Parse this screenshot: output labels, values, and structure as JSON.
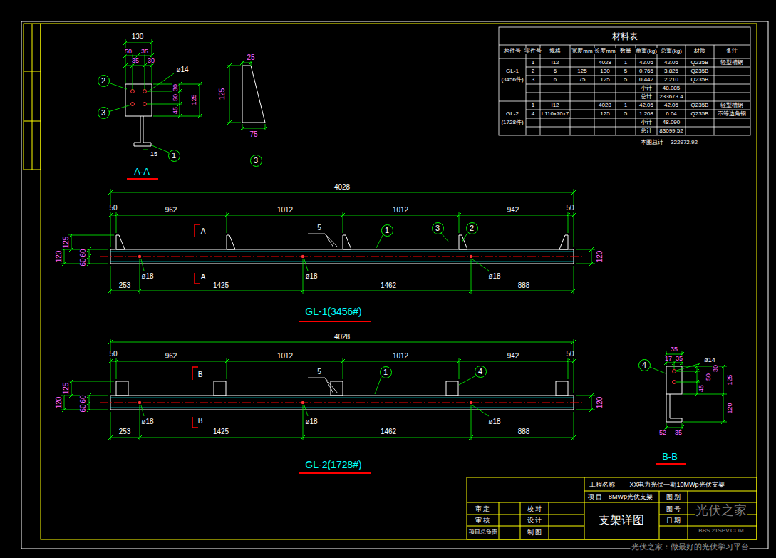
{
  "diagram": {
    "nodes": [
      {
        "text": [
          "2"
        ]
      },
      {
        "text": [
          "3"
        ]
      },
      {
        "text": [
          "1"
        ]
      },
      {
        "text": [
          "3"
        ]
      },
      {
        "text": [
          "1"
        ]
      },
      {
        "text": [
          "3"
        ]
      },
      {
        "text": [
          "2"
        ]
      },
      {
        "text": [
          "1"
        ]
      },
      {
        "text": [
          "4"
        ]
      },
      {
        "text": [
          "4"
        ]
      }
    ],
    "labels": [
      "130",
      "50",
      "35",
      "35",
      "30",
      "ø14",
      "50",
      "30",
      "45",
      "125",
      "15",
      "A-A",
      "25",
      "125",
      "75",
      "4028",
      "50",
      "962",
      "1012",
      "1012",
      "942",
      "50",
      "125",
      "120",
      "60",
      "60",
      "120",
      "A",
      "A",
      "5",
      "ø18",
      "ø18",
      "ø18",
      "253",
      "1425",
      "1462",
      "888",
      "GL-1(3456#)",
      "4028",
      "50",
      "962",
      "1012",
      "1012",
      "942",
      "50",
      "125",
      "120",
      "60",
      "60",
      "120",
      "B",
      "B",
      "5",
      "ø18",
      "ø18",
      "ø18",
      "253",
      "1425",
      "1462",
      "888",
      "GL-2(1728#)",
      "35",
      "17",
      "35",
      "ø14",
      "45",
      "50",
      "30",
      "125",
      "120",
      "52",
      "35",
      "B-B",
      "材料表",
      "构件号",
      "零件号",
      "规格",
      "宽度mm",
      "长度mm",
      "数量",
      "单重(kg)",
      "总重(kg)",
      "材质",
      "备注",
      "GL-1",
      "(3456件)",
      "1",
      "I12",
      "4028",
      "1",
      "42.05",
      "42.05",
      "Q235B",
      "轻型槽钢",
      "2",
      "6",
      "125",
      "130",
      "5",
      "0.765",
      "3.825",
      "Q235B",
      "3",
      "6",
      "75",
      "125",
      "5",
      "0.442",
      "2.210",
      "Q235B",
      "小计",
      "48.085",
      "总计",
      "233673.4",
      "GL-2",
      "(1728件)",
      "1",
      "I12",
      "4028",
      "1",
      "42.05",
      "42.05",
      "Q235B",
      "轻型槽钢",
      "4",
      "L110x70x7",
      "125",
      "5",
      "1.208",
      "6.04",
      "Q235B",
      "不等边角钢",
      "小计",
      "48.090",
      "总计",
      "83099.52",
      "本图总计",
      "322972.92",
      "工程名称",
      "XX电力光伏一期10MWp光伏支架",
      "项 目",
      "8MWp光伏支架",
      "图 别",
      "审 定",
      "校 对",
      "审 核",
      "设 计",
      "项目总负责",
      "制 图",
      "支架详图",
      "图 号",
      "日 期",
      "光伏之家",
      "BBS.21SPV.COM",
      "光伏之家：做最好的光伏学习平台"
    ]
  }
}
